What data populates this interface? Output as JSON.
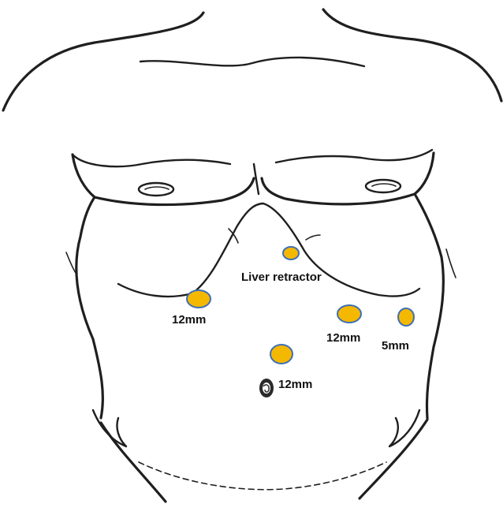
{
  "colors": {
    "port_fill": "#F5B800",
    "port_stroke": "#3F6FB5",
    "outline": "#1F1F1F"
  },
  "ports": {
    "liver_retractor": {
      "label": "Liver retractor"
    },
    "right_upper": {
      "label": "12mm"
    },
    "left_upper": {
      "label": "12mm"
    },
    "left_lateral": {
      "label": "5mm"
    },
    "umbilical": {
      "label": "12mm"
    }
  }
}
